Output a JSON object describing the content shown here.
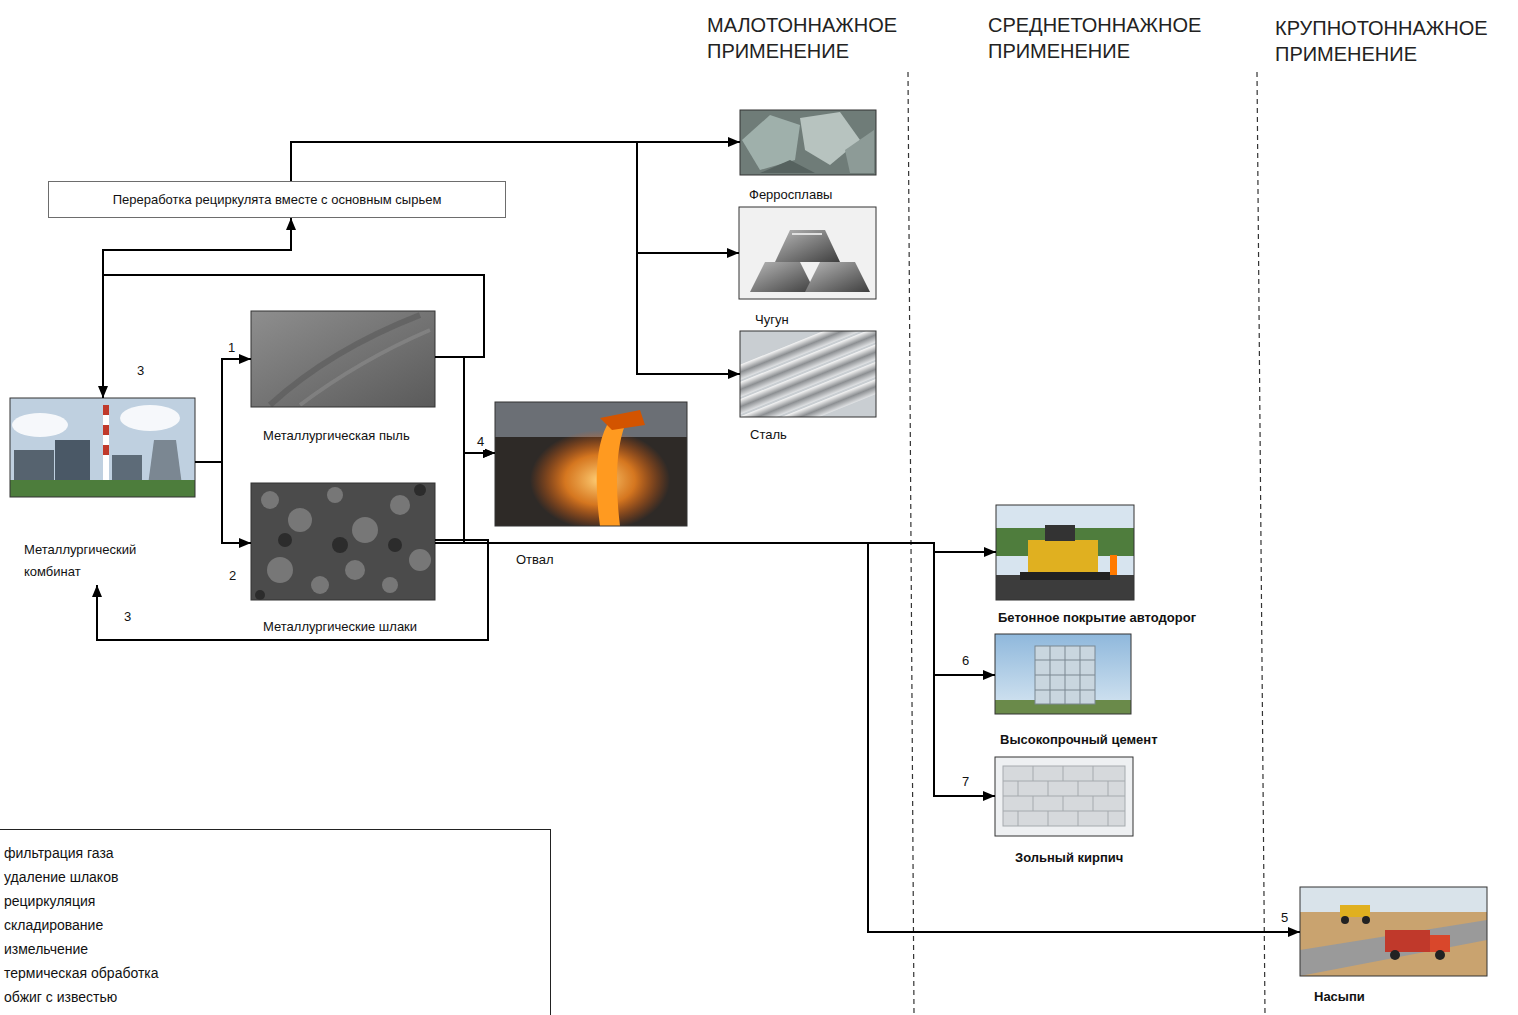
{
  "diagram": {
    "nodes": [
      {
        "text": [
          "Переработка рециркулята вместе с основным сырьем"
        ]
      },
      {
        "text": [
          "Ферросплавы"
        ]
      },
      {
        "text": [
          "Чугун"
        ]
      },
      {
        "text": [
          "Сталь"
        ]
      },
      {
        "text": [
          "Металлургический комбинат"
        ]
      },
      {
        "text": [
          "Металлургическая пыль"
        ]
      },
      {
        "text": [
          "Отвал"
        ]
      },
      {
        "text": [
          "Металлургические шлаки"
        ]
      },
      {
        "text": [
          "Бетонное покрытие автодорог"
        ]
      },
      {
        "text": [
          "Высокопрочный цемент"
        ]
      },
      {
        "text": [
          "Зольный кирпич"
        ]
      },
      {
        "text": [
          "Насыпи"
        ]
      },
      {
        "text": [
          "фильтрация газа",
          "удаление шлаков",
          "рециркуляция",
          "складирование",
          "измельчение",
          "термическая обработка",
          "обжиг с известью"
        ]
      }
    ],
    "edges": [
      {
        "from": 4,
        "to": 5,
        "arrow": "to"
      },
      {
        "from": 4,
        "to": 7,
        "arrow": "to"
      },
      {
        "from": 5,
        "to": 4,
        "arrow": "to"
      },
      {
        "from": 5,
        "to": 0,
        "arrow": "to"
      },
      {
        "from": 7,
        "to": 4,
        "arrow": "to"
      },
      {
        "from": 0,
        "to": 1,
        "arrow": "to"
      },
      {
        "from": 0,
        "to": 2,
        "arrow": "to"
      },
      {
        "from": 0,
        "to": 3,
        "arrow": "to"
      },
      {
        "from": 5,
        "to": 6,
        "arrow": "to"
      },
      {
        "from": 7,
        "to": 6,
        "arrow": "to"
      },
      {
        "from": 7,
        "to": 8,
        "arrow": "to"
      },
      {
        "from": 7,
        "to": 9,
        "arrow": "to"
      },
      {
        "from": 7,
        "to": 10,
        "arrow": "to"
      },
      {
        "from": 7,
        "to": 11,
        "arrow": "to"
      }
    ],
    "labels": [
      "МАЛОТОННАЖНОЕ ПРИМЕНЕНИЕ",
      "СРЕДНЕТОННАЖНОЕ ПРИМЕНЕНИЕ",
      "КРУПНОТОННАЖНОЕ ПРИМЕНЕНИЕ",
      "1",
      "2",
      "3",
      "3",
      "4",
      "5",
      "6",
      "7"
    ]
  }
}
